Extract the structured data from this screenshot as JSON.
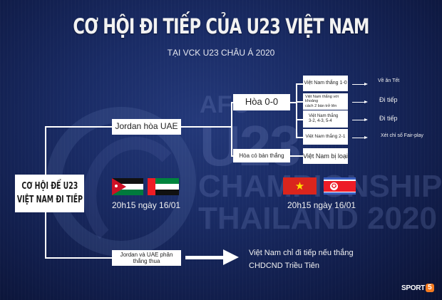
{
  "header": {
    "title": "CƠ HỘI ĐI TIẾP CỦA U23 VIỆT NAM",
    "subtitle": "TẠI VCK U23 CHÂU Á 2020"
  },
  "watermark": {
    "afc": "AFC",
    "u23": "U23",
    "championship": "CHAMPIONSHIP",
    "thailand": "THAILAND 2020"
  },
  "root": {
    "line1": "CƠ HỘI ĐỂ U23",
    "line2": "VIỆT NAM ĐI TIẾP"
  },
  "branches": {
    "draw": {
      "label": "Jordan hòa UAE",
      "children": {
        "goalless": {
          "label": "Hòa 0-0",
          "outcomes": [
            {
              "condition": "Việt Nam thắng 1-0",
              "result": "Về ăn Tết"
            },
            {
              "condition_line1": "Việt Nam thắng với khoảng",
              "condition_line2": "cách 2 bàn trở lên",
              "result": "Đi tiếp"
            },
            {
              "condition_line1": "Việt Nam thắng",
              "condition_line2": "3-2, 4-3, 5-4",
              "result": "Đi tiếp"
            },
            {
              "condition": "Việt Nam thắng 2-1",
              "result": "Xét chỉ số Fair-play"
            }
          ]
        },
        "scoring_draw": {
          "label": "Hòa có bàn thắng",
          "result": "Việt Nam bị loại"
        }
      }
    },
    "decisive": {
      "label_line1": "Jordan và UAE phân",
      "label_line2": "thắng thua",
      "result_line1": "Việt Nam chỉ đi tiếp nếu thắng",
      "result_line2": "CHDCND Triều Tiên"
    }
  },
  "matches": [
    {
      "teams": [
        "Jordan",
        "UAE"
      ],
      "flags": [
        "jordan-flag",
        "uae-flag"
      ],
      "time": "20h15 ngày 16/01"
    },
    {
      "teams": [
        "Việt Nam",
        "CHDCND Triều Tiên"
      ],
      "flags": [
        "vietnam-flag",
        "north-korea-flag"
      ],
      "time": "20h15 ngày 16/01"
    }
  ],
  "flag_glyphs": {
    "vn_star": "★",
    "prk_star": "✪"
  },
  "colors": {
    "background": "#142457",
    "box": "#ffffff",
    "line": "#ffffff",
    "brand_orange": "#f47b20"
  },
  "logo": {
    "text": "SPORT",
    "badge": "5"
  }
}
